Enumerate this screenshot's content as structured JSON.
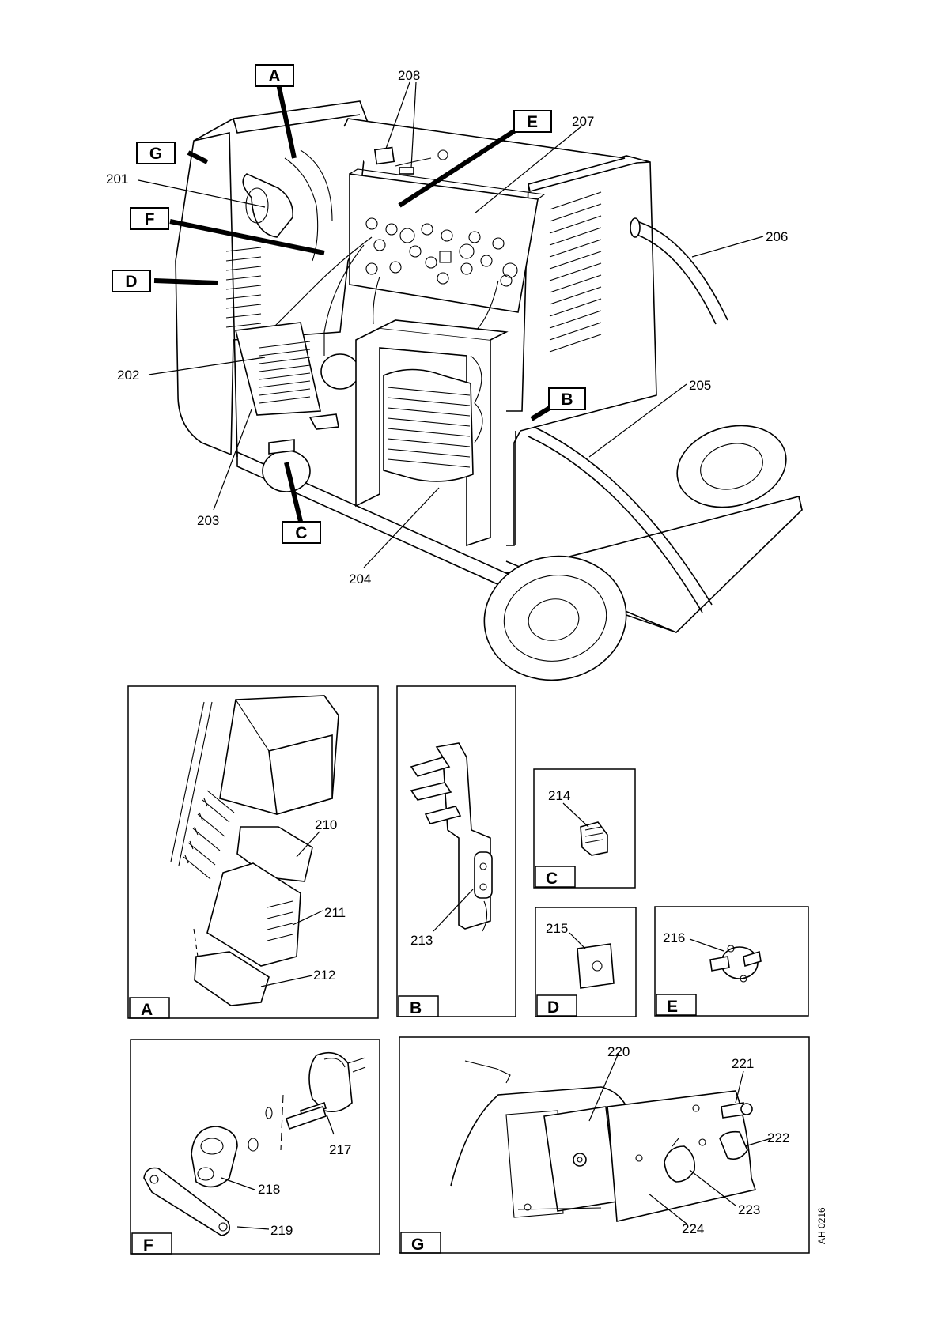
{
  "drawing_code": "AH 0216",
  "main_view": {
    "callout_letters": [
      "A",
      "E",
      "G",
      "F",
      "D",
      "B",
      "C"
    ],
    "part_numbers": [
      "201",
      "202",
      "203",
      "204",
      "205",
      "206",
      "207",
      "208"
    ]
  },
  "details": [
    {
      "letter": "A",
      "parts": [
        "210",
        "211",
        "212"
      ]
    },
    {
      "letter": "B",
      "parts": [
        "213"
      ]
    },
    {
      "letter": "C",
      "parts": [
        "214"
      ]
    },
    {
      "letter": "D",
      "parts": [
        "215"
      ]
    },
    {
      "letter": "E",
      "parts": [
        "216"
      ]
    },
    {
      "letter": "F",
      "parts": [
        "217",
        "218",
        "219"
      ]
    },
    {
      "letter": "G",
      "parts": [
        "220",
        "221",
        "222",
        "223",
        "224"
      ]
    }
  ]
}
